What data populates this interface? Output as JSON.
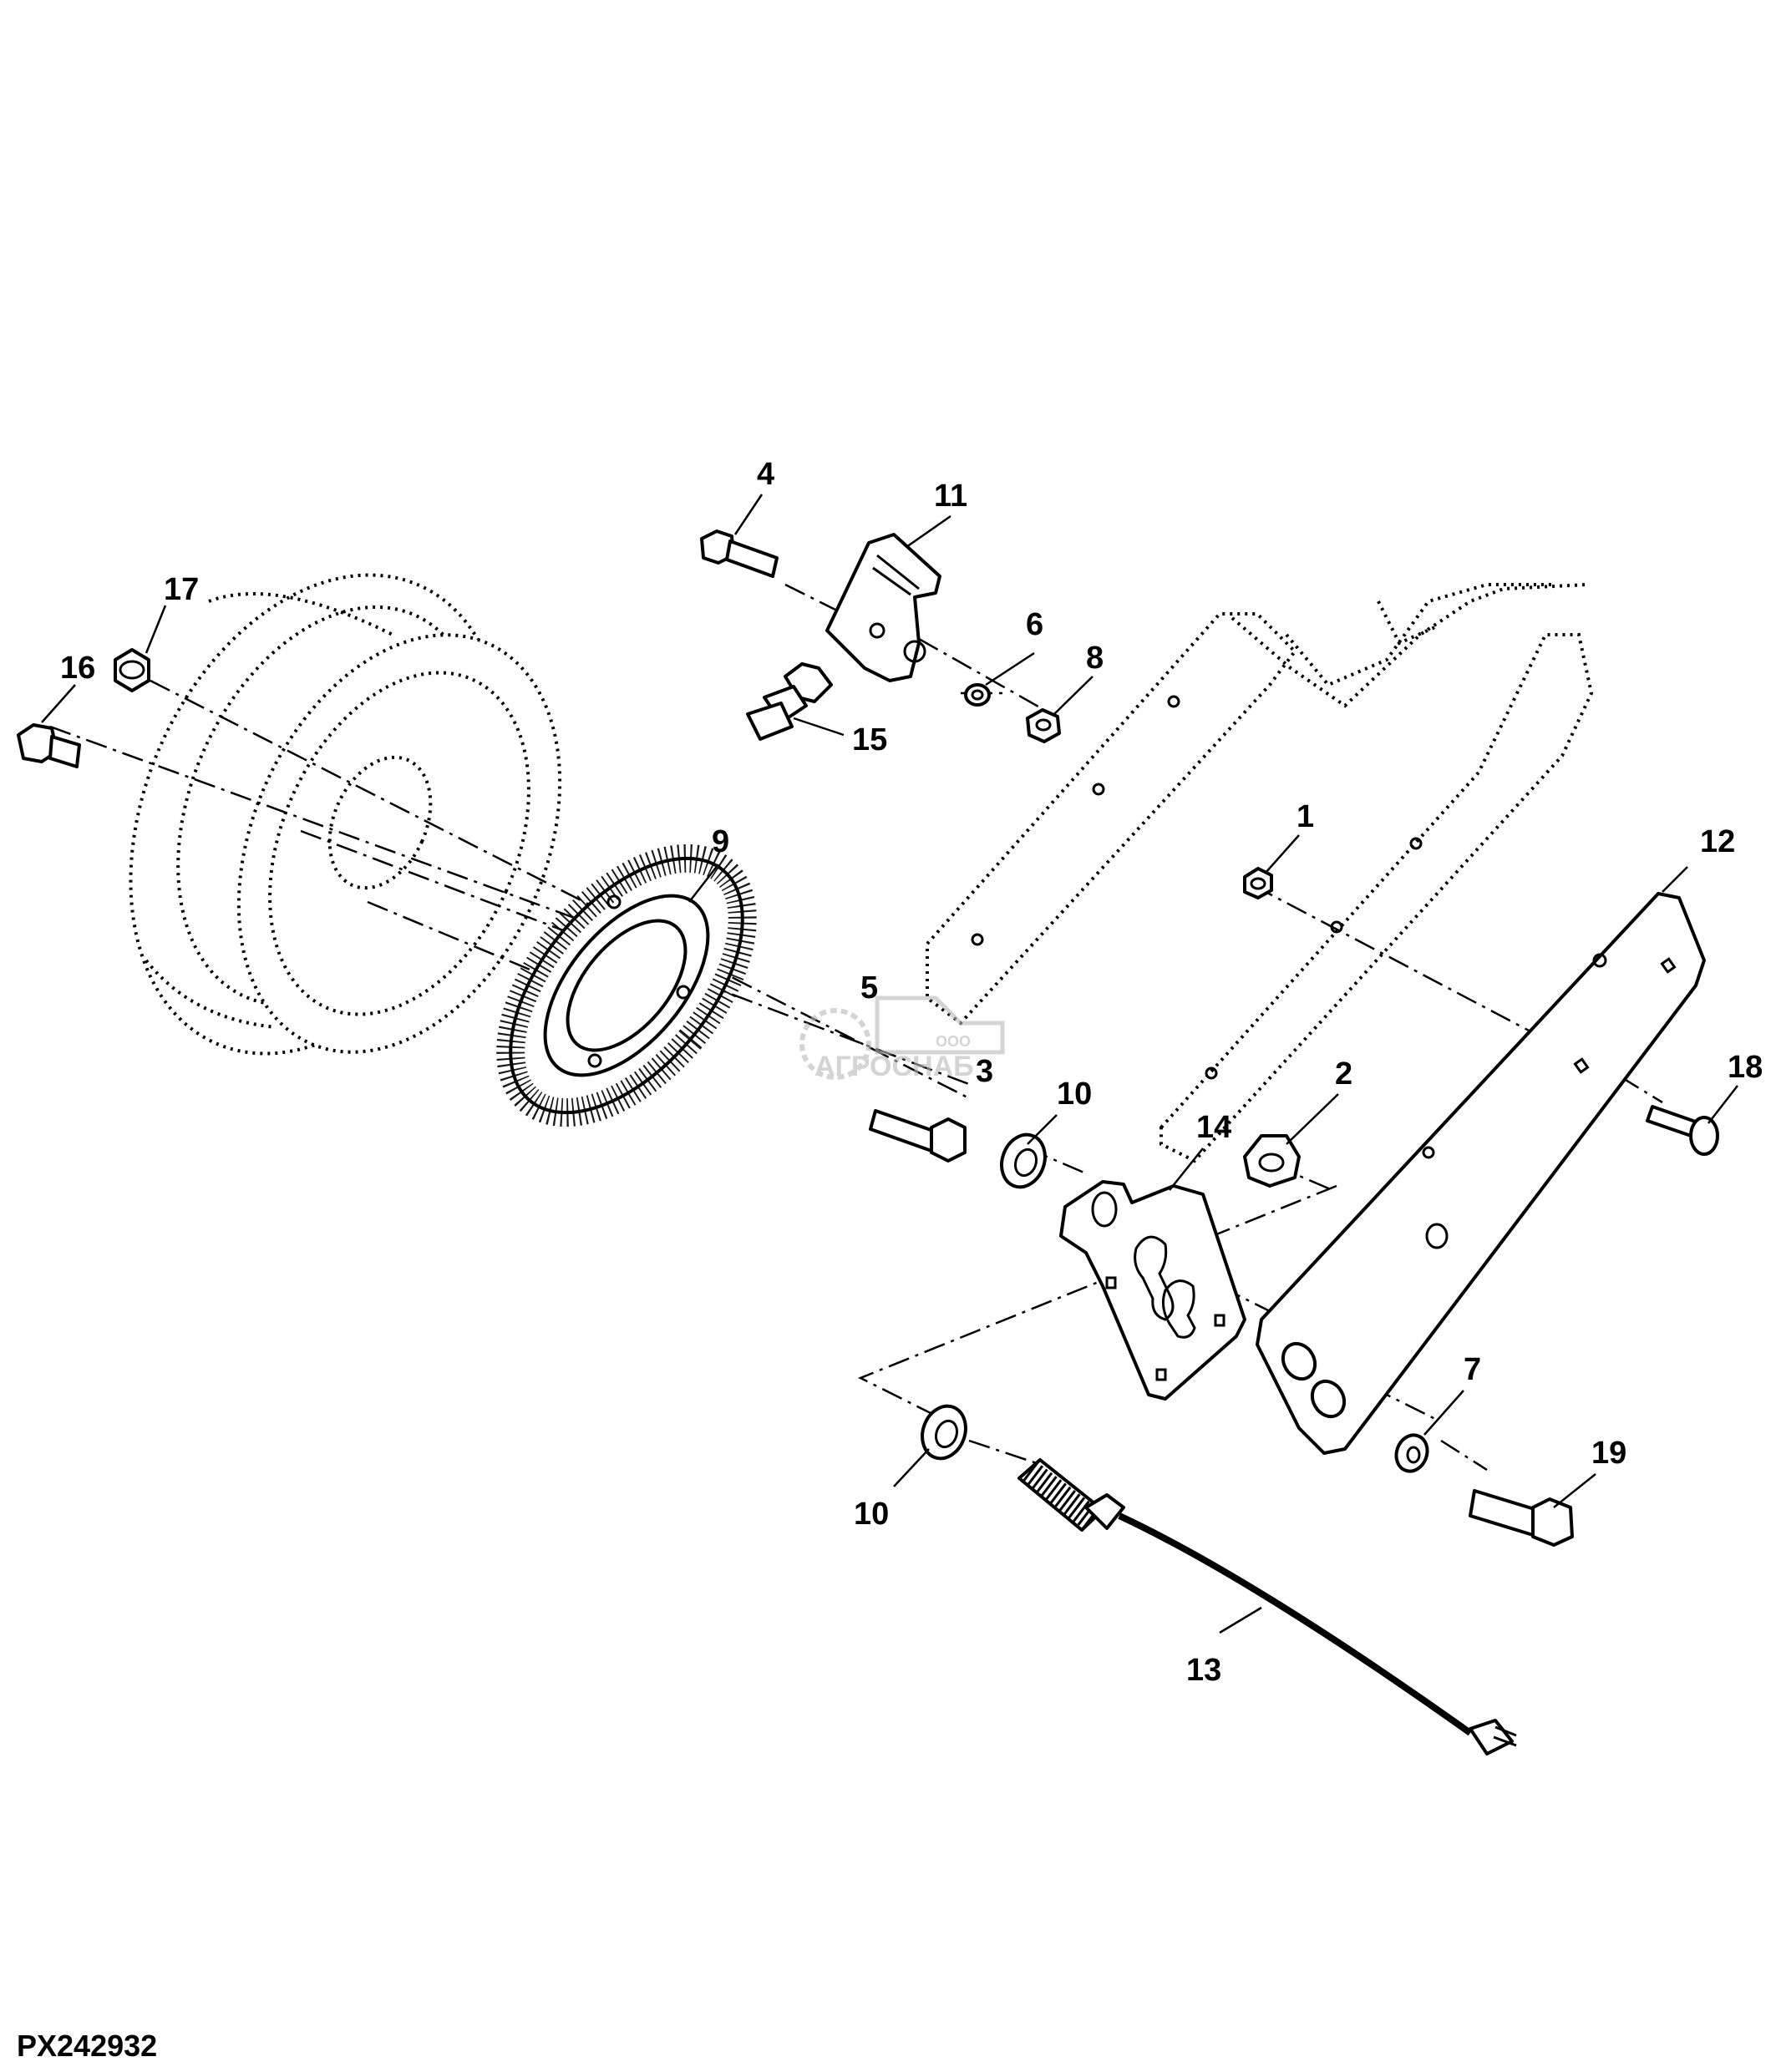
{
  "diagram": {
    "figure_id": "PX242932",
    "watermark": {
      "small_text": "ООО",
      "main_text": "АГРОСНАБ",
      "color": "#b9b9b9"
    },
    "callouts": [
      {
        "id": "c4",
        "label": "4"
      },
      {
        "id": "c11",
        "label": "11"
      },
      {
        "id": "c17",
        "label": "17"
      },
      {
        "id": "c16",
        "label": "16"
      },
      {
        "id": "c6",
        "label": "6"
      },
      {
        "id": "c8",
        "label": "8"
      },
      {
        "id": "c15",
        "label": "15"
      },
      {
        "id": "c9",
        "label": "9"
      },
      {
        "id": "c1",
        "label": "1"
      },
      {
        "id": "c12",
        "label": "12"
      },
      {
        "id": "c5",
        "label": "5"
      },
      {
        "id": "c3",
        "label": "3"
      },
      {
        "id": "c10a",
        "label": "10"
      },
      {
        "id": "c2",
        "label": "2"
      },
      {
        "id": "c18",
        "label": "18"
      },
      {
        "id": "c14",
        "label": "14"
      },
      {
        "id": "c7",
        "label": "7"
      },
      {
        "id": "c19",
        "label": "19"
      },
      {
        "id": "c10b",
        "label": "10"
      },
      {
        "id": "c13",
        "label": "13"
      }
    ]
  }
}
